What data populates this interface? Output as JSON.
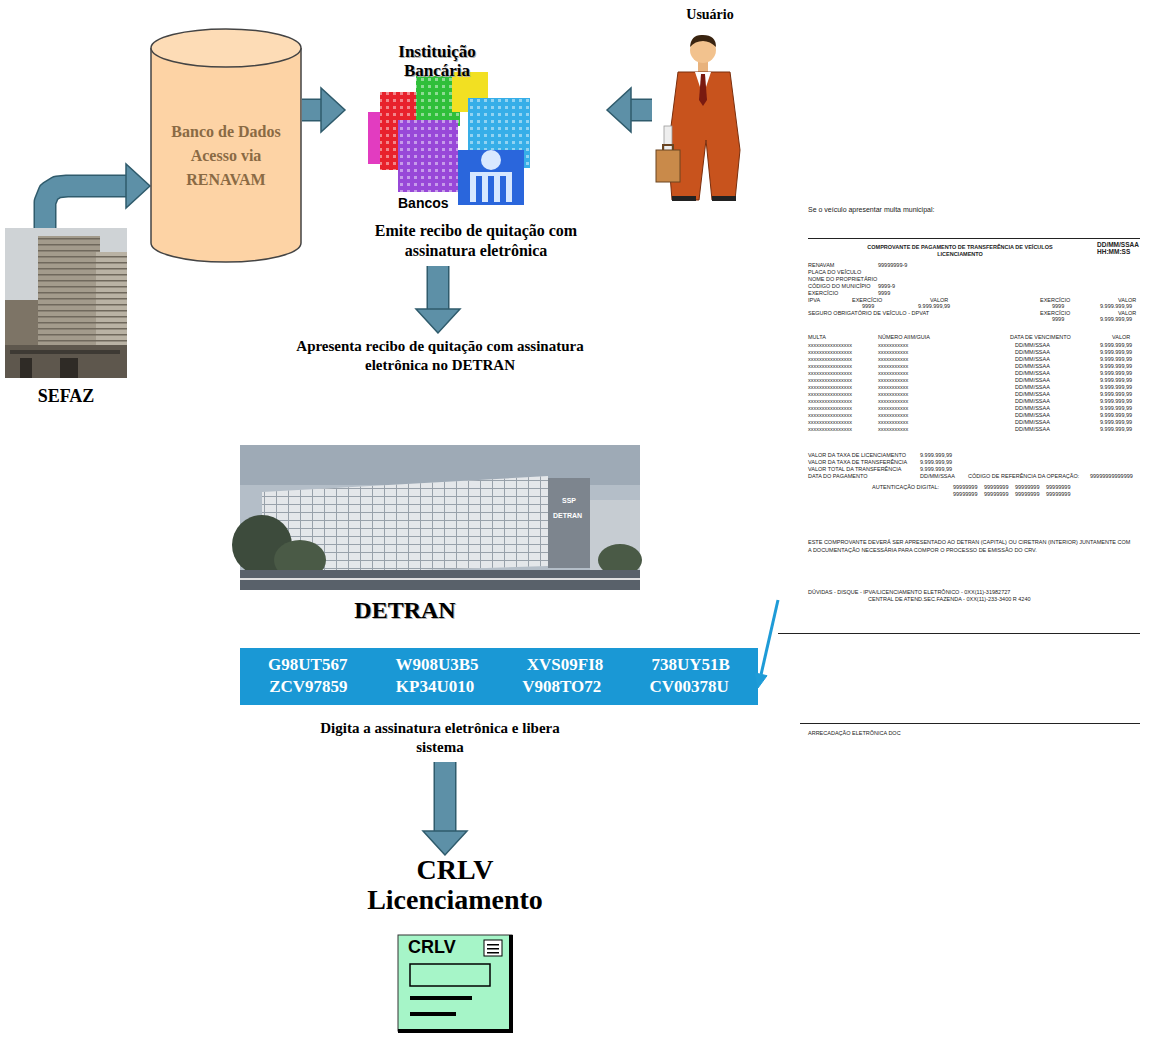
{
  "diagram": {
    "nodes": [
      {
        "text": [
          "Banco de Dados Acesso via RENAVAM"
        ]
      },
      {
        "text": [
          "Instituição Bancária",
          "Bancos",
          "Emite recibo de quitação com assinatura eletrônica"
        ]
      },
      {
        "text": [
          "Usuário"
        ]
      },
      {
        "text": [
          "SEFAZ"
        ]
      },
      {
        "text": [
          "Se o veículo apresentar multa municipal:",
          "COMPROVANTE DE PAGAMENTO DE TRANSFERÊNCIA DE VEÍCULOS LICENCIAMENTO",
          "DD/MM/SSAA HH:MM:SS",
          "RENAVAM",
          "99999999-9",
          "PLACA DO VEÍCULO",
          "NOME DO PROPRIETÁRIO",
          "CÓDIGO DO MUNICÍPIO",
          "9999-9",
          "EXERCÍCIO",
          "9999",
          "IPVA",
          "EXERCÍCIO",
          "VALOR",
          "EXERCÍCIO",
          "VALOR",
          "9999",
          "9.999.999,99",
          "9999",
          "9.999.999,99",
          "SEGURO OBRIGATÓRIO DE VEÍCULO - DPVAT",
          "EXERCÍCIO",
          "VALOR",
          "9999",
          "9.999.999,99",
          "MULTA",
          "NÚMERO AIIM/GUIA",
          "DATA DE VENCIMENTO",
          "VALOR",
          "xxxxxxxxxxxxxxxx",
          "xxxxxxxxxxx",
          "DD/MM/SSAA",
          "9.999.999,99",
          "xxxxxxxxxxxxxxxx",
          "xxxxxxxxxxx",
          "DD/MM/SSAA",
          "9.999.999,99",
          "xxxxxxxxxxxxxxxx",
          "xxxxxxxxxxx",
          "DD/MM/SSAA",
          "9.999.999,99",
          "xxxxxxxxxxxxxxxx",
          "xxxxxxxxxxx",
          "DD/MM/SSAA",
          "9.999.999,99",
          "xxxxxxxxxxxxxxxx",
          "xxxxxxxxxxx",
          "DD/MM/SSAA",
          "9.999.999,99",
          "xxxxxxxxxxxxxxxx",
          "xxxxxxxxxxx",
          "DD/MM/SSAA",
          "9.999.999,99",
          "xxxxxxxxxxxxxxxx",
          "xxxxxxxxxxx",
          "DD/MM/SSAA",
          "9.999.999,99",
          "xxxxxxxxxxxxxxxx",
          "xxxxxxxxxxx",
          "DD/MM/SSAA",
          "9.999.999,99",
          "xxxxxxxxxxxxxxxx",
          "xxxxxxxxxxx",
          "DD/MM/SSAA",
          "9.999.999,99",
          "xxxxxxxxxxxxxxxx",
          "xxxxxxxxxxx",
          "DD/MM/SSAA",
          "9.999.999,99",
          "xxxxxxxxxxxxxxxx",
          "xxxxxxxxxxx",
          "DD/MM/SSAA",
          "9.999.999,99",
          "xxxxxxxxxxxxxxxx",
          "xxxxxxxxxxx",
          "DD/MM/SSAA",
          "9.999.999,99",
          "xxxxxxxxxxxxxxxx",
          "xxxxxxxxxxx",
          "DD/MM/SSAA",
          "9.999.999,99",
          "VALOR DA TAXA DE LICENCIAMENTO",
          "9.999.999,99",
          "VALOR DA TAXA DE TRANSFERÊNCIA",
          "9.999.999,99",
          "VALOR TOTAL DA TRANSFERÊNCIA",
          "9.999.999,99",
          "DATA DO PAGAMENTO",
          "DD/MM/SSAA",
          "CÓDIGO DE REFERÊNCIA DA OPERAÇÃO:",
          "99999999999999",
          "AUTENTICAÇÃO DIGITAL:",
          "99999999 99999999 99999999 99999999",
          "99999999 99999999 99999999 99999999",
          "ESTE COMPROVANTE DEVERÁ SER APRESENTADO AO DETRAN (CAPITAL) OU CIRETRAN (INTERIOR) JUNTAMENTE COM A DOCUMENTAÇÃO NECESSÁRIA PARA COMPOR O PROCESSO DE EMISSÃO DO CRV.",
          "DÚVIDAS - DISQUE - IPVA/LICENCIAMENTO ELETRÔNICO - 0XX(11)-31982727",
          "CENTRAL DE ATEND.SEC.FAZENDA - 0XX(11)-233-3400 R 4240",
          "ARRECADAÇÃO ELETRÔNICA DOC"
        ]
      },
      {
        "text": [
          "Apresenta recibo de quitação com assinatura eletrônica no DETRAN",
          "SSP",
          "DETRAN",
          "DETRAN"
        ]
      },
      {
        "text": [
          "G98UT567 W908U3B5 XVS09FI8 738UY51B",
          "ZCV97859 KP34U010 V908TO72 CV00378U",
          "Digita a assinatura eletrônica e libera sistema"
        ]
      },
      {
        "text": [
          "CRLV Licenciamento"
        ]
      },
      {
        "text": [
          "CRLV"
        ],
        "in": 7
      }
    ],
    "edges": [
      {
        "from": 3,
        "to": 0,
        "arrow": "to"
      },
      {
        "from": 0,
        "to": 1,
        "arrow": "to"
      },
      {
        "from": 2,
        "to": 1,
        "arrow": "to"
      },
      {
        "from": 1,
        "to": 5,
        "arrow": "to"
      },
      {
        "from": 4,
        "to": 6,
        "arrow": "to"
      },
      {
        "from": 6,
        "to": 7,
        "arrow": "to"
      }
    ]
  }
}
